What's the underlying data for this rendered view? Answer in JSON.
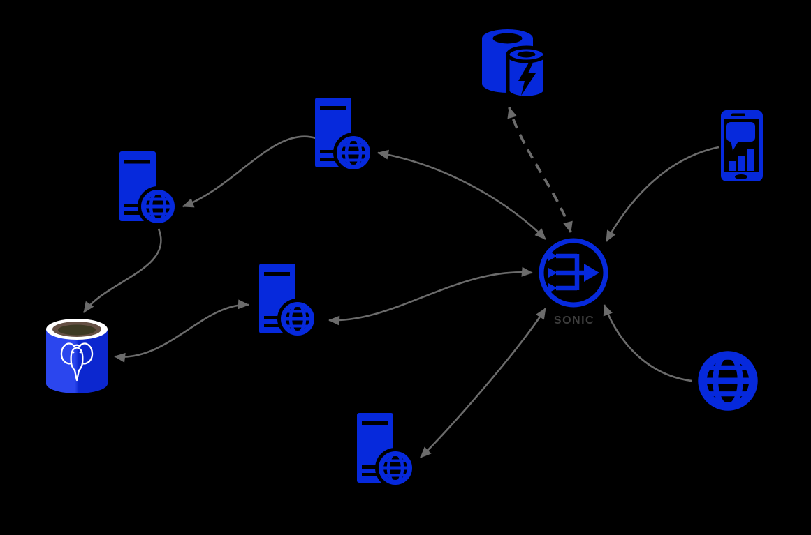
{
  "diagram": {
    "background_color": "#000000",
    "icon_color": "#0629dc",
    "edge_color": "#6b6b6b",
    "label_color": "#3d3d3d",
    "gateway": {
      "label": "SONIC",
      "icon": "api-gateway-icon"
    },
    "nodes": [
      {
        "id": "cache-cluster",
        "icon": "cache-database-lightning-icon"
      },
      {
        "id": "web-server-top",
        "icon": "web-server-globe-icon"
      },
      {
        "id": "web-server-left",
        "icon": "web-server-globe-icon"
      },
      {
        "id": "web-server-middle",
        "icon": "web-server-globe-icon"
      },
      {
        "id": "web-server-bottom",
        "icon": "web-server-globe-icon"
      },
      {
        "id": "postgresql-db",
        "icon": "postgresql-cylinder-elephant-icon"
      },
      {
        "id": "sonic-gateway",
        "icon": "api-gateway-icon",
        "label": "SONIC"
      },
      {
        "id": "mobile-app",
        "icon": "mobile-phone-chart-bubble-icon"
      },
      {
        "id": "internet",
        "icon": "globe-icon"
      }
    ],
    "edges": [
      {
        "from": "web-server-top",
        "to": "web-server-left",
        "arrows": "end",
        "style": "solid"
      },
      {
        "from": "web-server-left",
        "to": "postgresql-db",
        "arrows": "end",
        "style": "solid"
      },
      {
        "from": "postgresql-db",
        "to": "web-server-middle",
        "arrows": "both",
        "style": "solid"
      },
      {
        "from": "web-server-middle",
        "to": "sonic-gateway",
        "arrows": "both",
        "style": "solid"
      },
      {
        "from": "web-server-bottom",
        "to": "sonic-gateway",
        "arrows": "both",
        "style": "solid"
      },
      {
        "from": "web-server-top",
        "to": "sonic-gateway",
        "arrows": "both",
        "style": "solid"
      },
      {
        "from": "mobile-app",
        "to": "sonic-gateway",
        "arrows": "end",
        "style": "solid"
      },
      {
        "from": "internet",
        "to": "sonic-gateway",
        "arrows": "end",
        "style": "solid"
      },
      {
        "from": "sonic-gateway",
        "to": "cache-cluster",
        "arrows": "both",
        "style": "dashed"
      }
    ]
  }
}
